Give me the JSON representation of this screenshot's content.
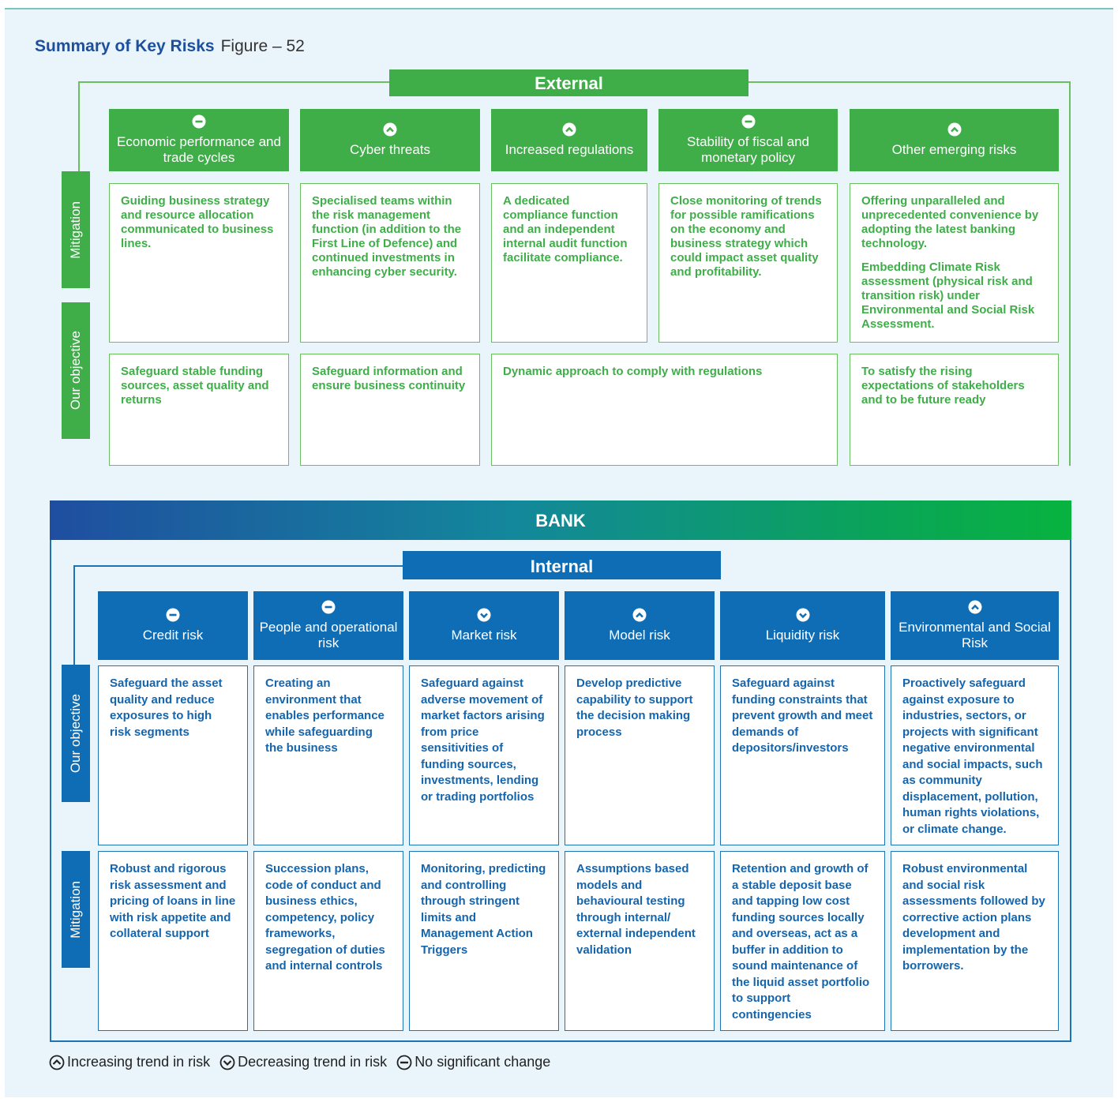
{
  "title": {
    "main": "Summary of Key Risks",
    "figure": "Figure – 52"
  },
  "external": {
    "header": "External",
    "side_mitigation": "Mitigation",
    "side_objective": "Our objective",
    "categories": [
      {
        "label": "Economic performance and trade cycles",
        "trend": "no-change-icon"
      },
      {
        "label": "Cyber threats",
        "trend": "increasing-icon"
      },
      {
        "label": "Increased regulations",
        "trend": "increasing-icon"
      },
      {
        "label": "Stability of fiscal and monetary policy",
        "trend": "no-change-icon"
      },
      {
        "label": "Other emerging risks",
        "trend": "increasing-icon"
      }
    ],
    "mitigation": [
      [
        "Guiding business strategy and resource allocation communicated to business lines."
      ],
      [
        "Specialised teams within the risk management function (in addition to the First Line of Defence) and continued investments in enhancing cyber security."
      ],
      [
        "A dedicated compliance function and an independent internal audit function facilitate compliance."
      ],
      [
        "Close monitoring of trends for possible ramifications on the economy and business strategy which could impact asset quality and profitability."
      ],
      [
        "Offering unparalleled and unprecedented convenience by adopting the latest banking technology.",
        "Embedding Climate Risk assessment (physical risk and transition risk) under Environmental and Social Risk Assessment."
      ]
    ],
    "objectives": [
      "Safeguard stable funding sources, asset quality and returns",
      "Safeguard information and ensure business continuity",
      "Dynamic approach to comply with regulations",
      "To satisfy the rising expectations of stakeholders and to be future ready"
    ]
  },
  "bank": {
    "header": "BANK",
    "internal_header": "Internal",
    "side_objective": "Our objective",
    "side_mitigation": "Mitigation",
    "categories": [
      {
        "label": "Credit risk",
        "trend": "no-change-icon"
      },
      {
        "label": "People and operational risk",
        "trend": "no-change-icon"
      },
      {
        "label": "Market risk",
        "trend": "decreasing-icon"
      },
      {
        "label": "Model risk",
        "trend": "increasing-icon"
      },
      {
        "label": "Liquidity risk",
        "trend": "decreasing-icon"
      },
      {
        "label": "Environmental and Social Risk",
        "trend": "increasing-icon"
      }
    ],
    "objectives": [
      "Safeguard the asset quality and reduce exposures to high risk segments",
      "Creating an environment that enables performance while safeguarding the business",
      "Safeguard against adverse movement of market factors arising from price sensitivities of funding sources, investments, lending or trading portfolios",
      "Develop predictive capability to support the decision making process",
      "Safeguard against funding constraints that prevent growth and meet demands of depositors/investors",
      "Proactively safeguard against exposure to industries, sectors, or projects with significant negative environmental and social impacts, such as community displacement, pollution, human rights violations, or climate change."
    ],
    "mitigation": [
      "Robust and rigorous risk assessment and pricing of loans in line with risk appetite and collateral support",
      "Succession plans, code of conduct and business ethics, competency, policy frameworks, segregation of duties and internal controls",
      "Monitoring, predicting and controlling through stringent limits and Management Action Triggers",
      "Assumptions based models and behavioural testing through internal/ external independent validation",
      "Retention and growth of a stable deposit base and tapping low cost funding sources locally and overseas, act as a buffer in addition to sound maintenance of the liquid asset portfolio to support contingencies",
      "Robust environmental and social risk assessments followed by corrective action plans development and implementation by the borrowers."
    ]
  },
  "legend": {
    "increasing": "Increasing trend in risk",
    "decreasing": "Decreasing trend in risk",
    "no_change": "No significant change"
  },
  "colors": {
    "external_green": "#3fae49",
    "internal_blue": "#0f6db5",
    "title_blue": "#1e4f9c"
  }
}
